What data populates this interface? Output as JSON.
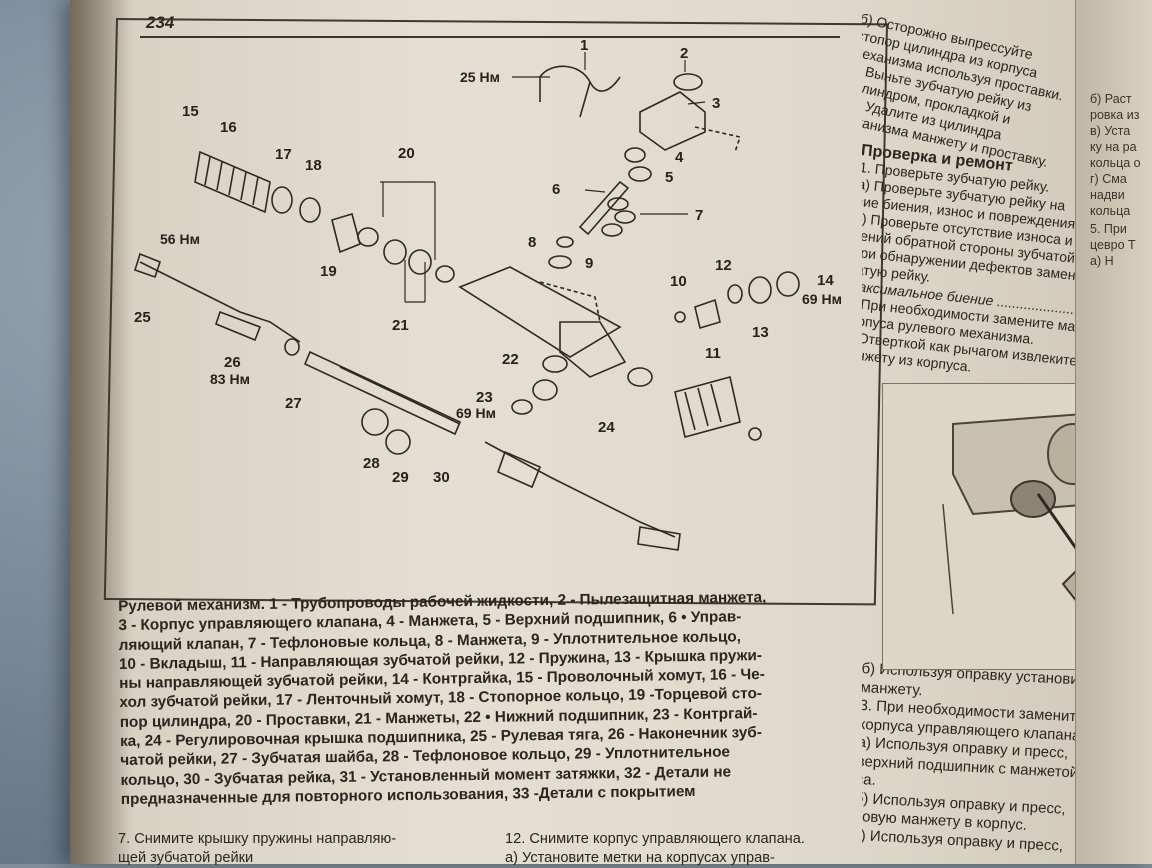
{
  "page_number": "234",
  "figure": {
    "callouts": {
      "n1": "1",
      "n2": "2",
      "n3": "3",
      "n4": "4",
      "n5": "5",
      "n6": "6",
      "n7": "7",
      "n8": "8",
      "n9": "9",
      "n10": "10",
      "n11": "11",
      "n12": "12",
      "n13": "13",
      "n14": "14",
      "n15": "15",
      "n16": "16",
      "n17": "17",
      "n18": "18",
      "n19": "19",
      "n20": "20",
      "n21": "21",
      "n22": "22",
      "n23": "23",
      "n24": "24",
      "n25": "25",
      "n26": "26",
      "n27": "27",
      "n28": "28",
      "n29": "29",
      "n30": "30"
    },
    "torques": {
      "t1": "25 Нм",
      "t14": "69 Нм",
      "t25": "56 Нм",
      "t26": "83 Нм",
      "t23": "69 Нм"
    }
  },
  "caption_lines": [
    "Рулевой механизм. 1 - Трубопроводы рабочей жидкости, 2 - Пылезащитная манжета,",
    "3 - Корпус управляющего клапана, 4 - Манжета, 5 - Верхний подшипник, 6 • Управ-",
    "ляющий клапан, 7 - Тефлоновые кольца, 8 - Манжета, 9 - Уплотнительное кольцо,",
    "10 - Вкладыш, 11 - Направляющая зубчатой рейки, 12 - Пружина, 13 - Крышка пружи-",
    "ны направляющей зубчатой рейки, 14 - Контргайка, 15 - Проволочный хомут, 16 - Че-",
    "хол зубчатой рейки, 17 - Ленточный хомут, 18 - Стопорное кольцо, 19 -Торцевой сто-",
    "пор цилиндра, 20 - Проставки, 21 - Манжеты, 22 • Нижний подшипник, 23 - Контргай-",
    "ка, 24 - Регулировочная крышка подшипника, 25 - Рулевая тяга, 26 - Наконечник зуб-",
    "чатой рейки, 27 - Зубчатая шайба, 28 - Тефлоновое кольцо, 29 - Уплотнительное",
    "кольцо, 30 - Зубчатая рейка, 31 - Установленный момент затяжки, 32 - Детали не",
    "предназначенные для повторного использования, 33 -Детали с покрытием"
  ],
  "bottom_left_lines": [
    "7. Снимите крышку пружины направляю-",
    "щей зубчатой рейки"
  ],
  "bottom_mid_lines": [
    "12. Снимите корпус управляющего клапана.",
    "а) Установите метки на корпусах управ-"
  ],
  "right_top_lines": [
    "б) Осторожно выпрессуйте",
    "стопор цилиндра из корпуса",
    "механизма используя проставки.",
    "в) Выньте зубчатую рейку из",
    "цилиндром, прокладкой и",
    "16. Удалите из цилиндра",
    "механизма манжету и проставку."
  ],
  "section_heading": "Проверка и ремонт",
  "right_mid_lines": [
    "1. Проверьте зубчатую рейку.",
    "а) Проверьте зубчатую рейку на",
    "вие биения, износ и повреждения.",
    "б) Проверьте отсутствие износа и",
    "дений обратной стороны зубчатой",
    "При обнаружении дефектов замените",
    "чатую рейку.",
    "Максимальное биение ......................",
    "2. При необходимости замените манжету",
    "корпуса рулевого механизма.",
    "а) Отверткой как рычагом извлеките",
    "манжету из корпуса."
  ],
  "right_bottom_lines": [
    "б) Используя оправку установите",
    "манжету.",
    "3. При необходимости замените",
    "корпуса управляющего клапана",
    "а) Используя оправку и пресс,",
    "верхний подшипник с манжетой",
    "са.",
    "б) Используя оправку и пресс,",
    "новую манжету в корпус.",
    "в) Используя оправку и пресс,"
  ],
  "facing_lines": [
    "б) Раст",
    "ровка из",
    "в) Уста",
    "ку на ра",
    "кольца о",
    "г) Сма",
    "надви",
    "кольца",
    "5. При",
    "цевро Т",
    "а) Н"
  ]
}
